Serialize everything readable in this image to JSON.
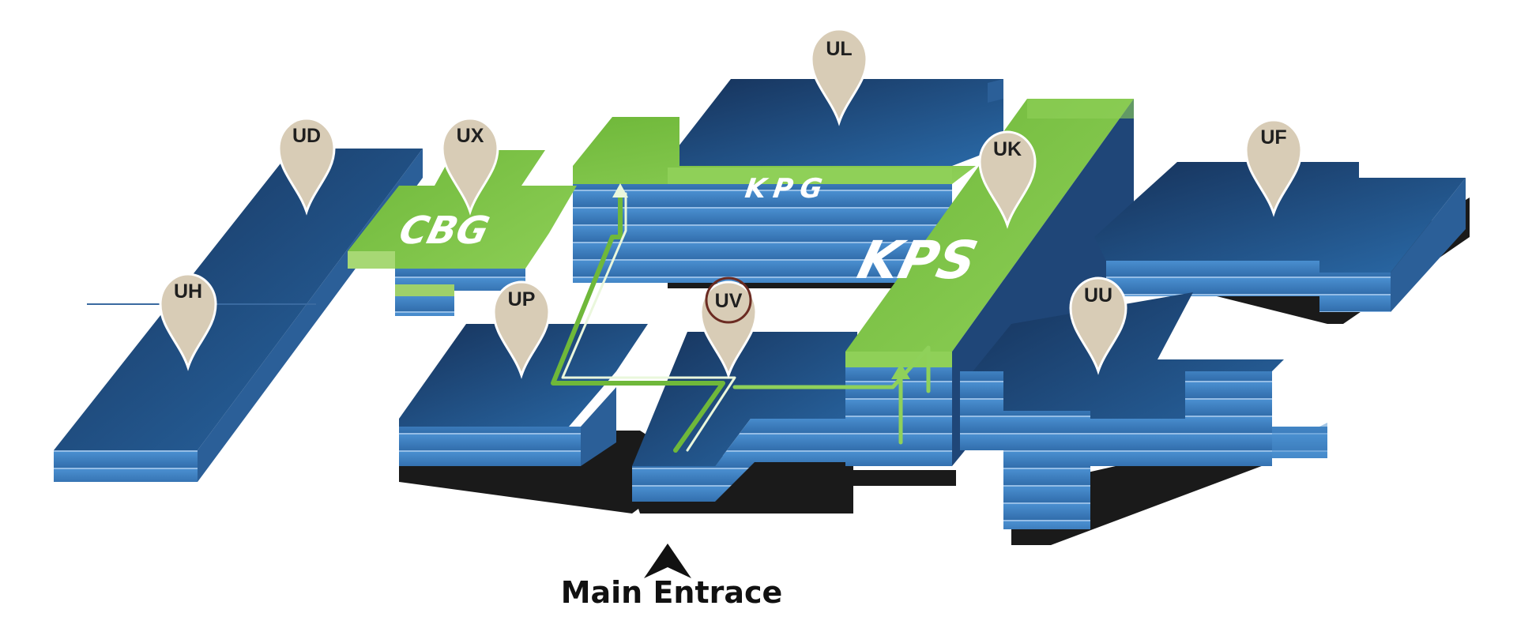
{
  "map": {
    "entrance": {
      "label": "Main Entrace"
    },
    "buildings": [
      {
        "id": "CBG",
        "label": "CBG",
        "highlighted": true
      },
      {
        "id": "KPG",
        "label": "KPG",
        "highlighted": true
      },
      {
        "id": "KPS",
        "label": "KPS",
        "highlighted": true
      }
    ],
    "markers": [
      {
        "label": "UL",
        "selected": false
      },
      {
        "label": "UD",
        "selected": false
      },
      {
        "label": "UX",
        "selected": false
      },
      {
        "label": "UK",
        "selected": false
      },
      {
        "label": "UF",
        "selected": false
      },
      {
        "label": "UH",
        "selected": false
      },
      {
        "label": "UP",
        "selected": false
      },
      {
        "label": "UV",
        "selected": true
      },
      {
        "label": "UU",
        "selected": false
      }
    ],
    "colors": {
      "building_dark": "#1b3f6e",
      "building_side": "#3a7cc0",
      "highlight_green": "#7cc244",
      "route_line": "#8fd15a",
      "marker_fill": "#d8ccb6",
      "marker_selected_ring": "#6b2b22"
    }
  }
}
